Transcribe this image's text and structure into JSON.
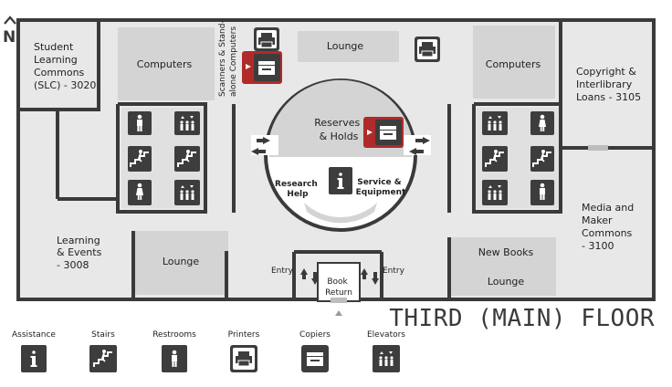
{
  "compass": "N",
  "floor_title": "THIRD (MAIN) FLOOR",
  "rooms": {
    "slc": [
      "Student",
      "Learning",
      "Commons",
      "(SLC) - 3020"
    ],
    "computers_left": "Computers",
    "scanners": [
      "Scanners & Stand-",
      "alone Computers"
    ],
    "lounge_top": "Lounge",
    "computers_right": "Computers",
    "copyright": [
      "Copyright &",
      "Interlibrary",
      "Loans - 3105"
    ],
    "reserves": [
      "Reserves",
      "& Holds"
    ],
    "research": [
      "Research",
      "Help"
    ],
    "service": [
      "Service &",
      "Equipment"
    ],
    "learning": [
      "Learning",
      "& Events",
      "- 3008"
    ],
    "lounge_left": "Lounge",
    "entry_left": "Entry",
    "entry_right": "Entry",
    "book_return": [
      "Book",
      "Return"
    ],
    "new_books": "New Books",
    "lounge_right": "Lounge",
    "media": [
      "Media and",
      "Maker",
      "Commons",
      "- 3100"
    ]
  },
  "legend": [
    {
      "label": "Assistance",
      "icon": "info-icon"
    },
    {
      "label": "Stairs",
      "icon": "stairs-icon"
    },
    {
      "label": "Restrooms",
      "icon": "restroom-icon"
    },
    {
      "label": "Printers",
      "icon": "printer-icon"
    },
    {
      "label": "Copiers",
      "icon": "copier-icon"
    },
    {
      "label": "Elevators",
      "icon": "elevator-icon"
    }
  ],
  "colors": {
    "floor": "#e8e8e8",
    "room": "#d4d4d4",
    "wall": "#3a3a3a",
    "icon_dark": "#3d3d3d",
    "accent_red": "#b02a2a"
  }
}
